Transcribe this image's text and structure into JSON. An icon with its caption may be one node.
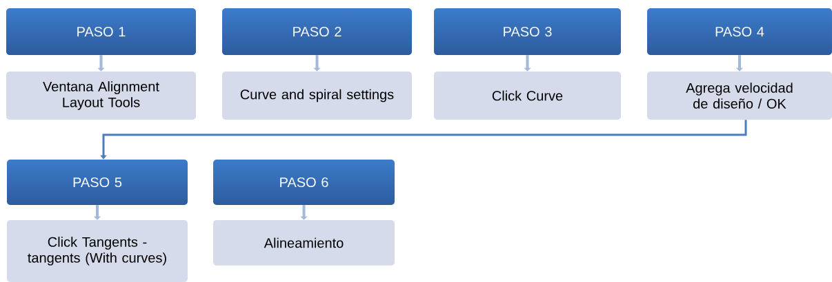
{
  "diagram": {
    "nodes": [
      {
        "text": [
          "PASO 1"
        ]
      },
      {
        "text": [
          "Ventana Alignment Layout Tools"
        ]
      },
      {
        "text": [
          "PASO 2"
        ]
      },
      {
        "text": [
          "Curve and spiral settings"
        ]
      },
      {
        "text": [
          "PASO 3"
        ]
      },
      {
        "text": [
          "Click Curve"
        ]
      },
      {
        "text": [
          "PASO 4"
        ]
      },
      {
        "text": [
          "Agrega velocidad de diseño / OK"
        ]
      },
      {
        "text": [
          "PASO 5"
        ]
      },
      {
        "text": [
          "Click Tangents - tangents (With curves)"
        ]
      },
      {
        "text": [
          "PASO 6"
        ]
      },
      {
        "text": [
          "Alineamiento"
        ]
      }
    ],
    "edges": [
      {
        "from": 0,
        "to": 1,
        "arrow": "to"
      },
      {
        "from": 2,
        "to": 3,
        "arrow": "to"
      },
      {
        "from": 4,
        "to": 5,
        "arrow": "to"
      },
      {
        "from": 6,
        "to": 7,
        "arrow": "to"
      },
      {
        "from": 7,
        "to": 8,
        "arrow": "to",
        "color": "#4a7ebb"
      },
      {
        "from": 8,
        "to": 9,
        "arrow": "to"
      },
      {
        "from": 10,
        "to": 11,
        "arrow": "to"
      }
    ]
  }
}
